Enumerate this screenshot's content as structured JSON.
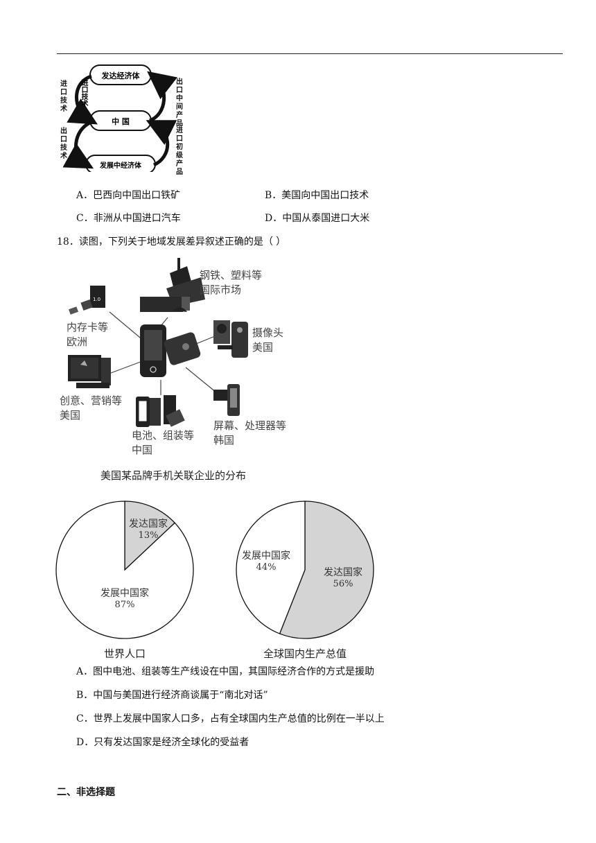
{
  "flow_diagram": {
    "box_top": "发达经济体",
    "box_middle": "中 国",
    "box_bottom": "发展中经济体",
    "left_upper": "进口技术",
    "left_lower": "出口技术",
    "right_upper": "出口中间产品",
    "right_lower": "进口初级产品"
  },
  "q17": {
    "options": [
      {
        "key": "A",
        "text": "A．巴西向中国出口铁矿"
      },
      {
        "key": "B",
        "text": "B．美国向中国出口技术"
      },
      {
        "key": "C",
        "text": "C．非洲从中国进口汽车"
      },
      {
        "key": "D",
        "text": "D．中国从泰国进口大米"
      }
    ]
  },
  "q18": {
    "stem": "18．读图，下列关于地域发展差异叙述正确的是（    ）",
    "phone_figure": {
      "caption": "美国某品牌手机关联企业的分布",
      "labels": {
        "steel_1": "钢铁、塑料等",
        "steel_2": "国际市场",
        "memory_1": "内存卡等",
        "memory_2": "欧洲",
        "camera_1": "摄像头",
        "camera_2": "美国",
        "creative_1": "创意、营销等",
        "creative_2": "美国",
        "screen_1": "屏幕、处理器等",
        "screen_2": "韩国",
        "battery_1": "电池、组装等",
        "battery_2": "中国"
      },
      "memory_card_text": "1.0"
    },
    "options": [
      {
        "key": "A",
        "text": "A．图中电池、组装等生产线设在中国，其国际经济合作的方式是援助"
      },
      {
        "key": "B",
        "text": "B．中国与美国进行经济商谈属于“南北对话”"
      },
      {
        "key": "C",
        "text": "C．世界上发展中国家人口多，占有全球国内生产总值的比例在一半以上"
      },
      {
        "key": "D",
        "text": "D．只有发达国家是经济全球化的受益者"
      }
    ]
  },
  "chart_data": [
    {
      "type": "pie",
      "title": "世界人口",
      "categories": [
        "发达国家",
        "发展中国家"
      ],
      "values": [
        13,
        87
      ],
      "value_labels": [
        "13%",
        "87%"
      ],
      "colors": [
        "#d4d4d4",
        "#ffffff"
      ]
    },
    {
      "type": "pie",
      "title": "全球国内生产总值",
      "categories": [
        "发达国家",
        "发展中国家"
      ],
      "values": [
        56,
        44
      ],
      "value_labels": [
        "56%",
        "44%"
      ],
      "colors": [
        "#d4d4d4",
        "#ffffff"
      ]
    }
  ],
  "section2": "二、非选择题"
}
